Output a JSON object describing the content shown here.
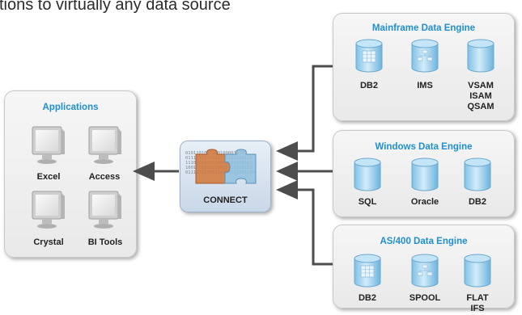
{
  "intro_text": "tions to virtually any data source",
  "applications": {
    "title": "Applications",
    "items": [
      "Excel",
      "Access",
      "Crystal",
      "BI Tools"
    ]
  },
  "connect": {
    "label": "CONNECT",
    "bits": "01011010111001000011001\n0111010010101011100100110\n1110101101010000110110101\n1001101011010011010100111\n01110101001010110101001100"
  },
  "engines": [
    {
      "title": "Mainframe Data Engine",
      "items": [
        "DB2",
        "IMS",
        "VSAM\nISAM\nQSAM"
      ]
    },
    {
      "title": "Windows Data Engine",
      "items": [
        "SQL",
        "Oracle",
        "DB2"
      ]
    },
    {
      "title": "AS/400 Data Engine",
      "items": [
        "DB2",
        "SPOOL",
        "FLAT\nIFS"
      ]
    }
  ],
  "colors": {
    "title_blue": "#1f8fd0",
    "cylinder": "#a9d6ef",
    "arrow": "#4d4d4d",
    "puzzle_orange": "#d27a3d",
    "puzzle_blue": "#7cb3d6"
  }
}
